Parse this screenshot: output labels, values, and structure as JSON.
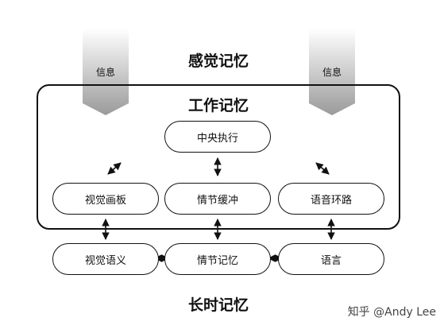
{
  "labels": {
    "sensory_memory": "感觉记忆",
    "working_memory": "工作记忆",
    "long_term_memory": "长时记忆"
  },
  "inputs": {
    "left": "信息",
    "right": "信息"
  },
  "boxes": {
    "central_executive": "中央执行",
    "visuospatial_sketchpad": "视觉画板",
    "episodic_buffer": "情节缓冲",
    "phonological_loop": "语音环路",
    "visual_semantics": "视觉语义",
    "episodic_ltm": "情节记忆",
    "language": "语言"
  },
  "watermark": "知乎 @Andy Lee"
}
